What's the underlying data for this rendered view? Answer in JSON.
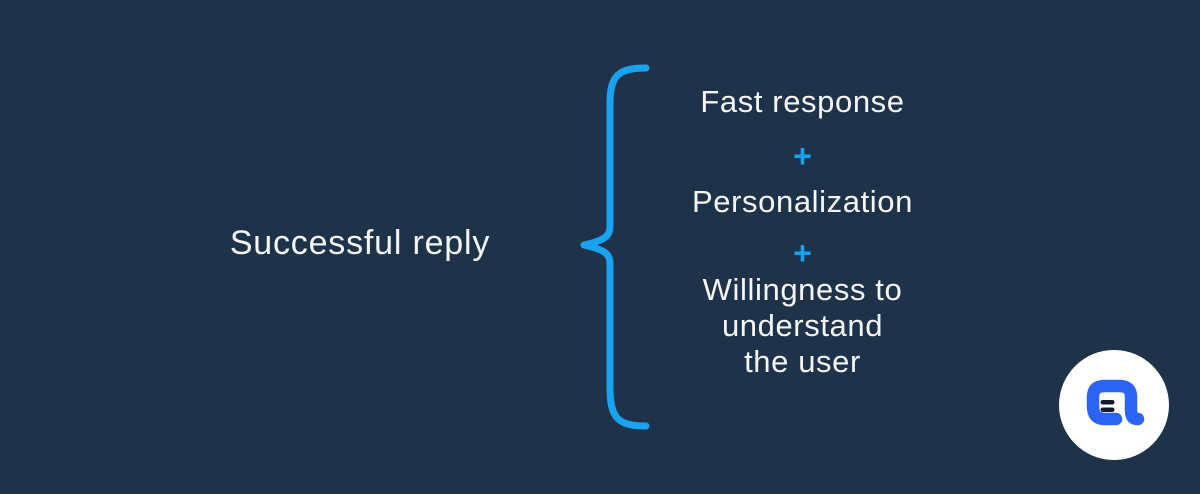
{
  "colors": {
    "background": "#1e3349",
    "accent_blue": "#18a2ef",
    "text": "#f4f6f8",
    "logo_blue": "#2b63f2",
    "logo_circle": "#ffffff",
    "logo_bars": "#101b2e"
  },
  "diagram": {
    "label": "Successful reply",
    "operator": "+",
    "items": [
      {
        "text": "Fast response"
      },
      {
        "text": "Personalization"
      },
      {
        "text": "Willingness to\nunderstand\nthe user"
      }
    ]
  },
  "logo": {
    "icon": "letter-a-logo-icon"
  }
}
